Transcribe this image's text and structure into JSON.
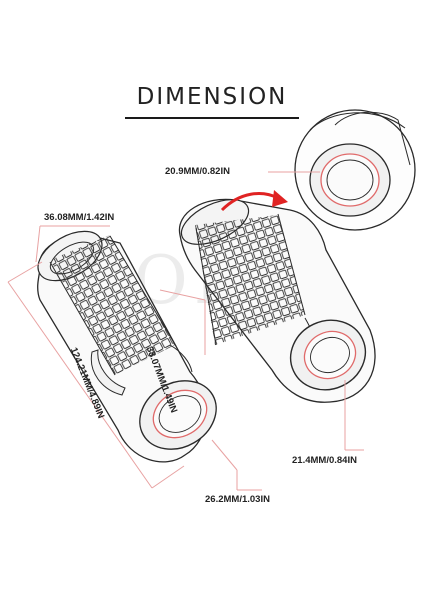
{
  "title": "DIMENSION",
  "watermark": "MOKE",
  "colors": {
    "dimension_line": "#e8a2a2",
    "arrow": "#e02323",
    "outline": "#2a2a2a",
    "ring_red": "#e06a6a"
  },
  "labels": {
    "top_end_diameter": "20.9MM/0.82IN",
    "outer_diameter": "36.08MM/1.42IN",
    "grip_diameter": "38.07MM/1.49IN",
    "total_length": "124.21MM/4.89IN",
    "inner_diameter_right": "21.4MM/0.84IN",
    "end_diameter_left": "26.2MM/1.03IN"
  }
}
